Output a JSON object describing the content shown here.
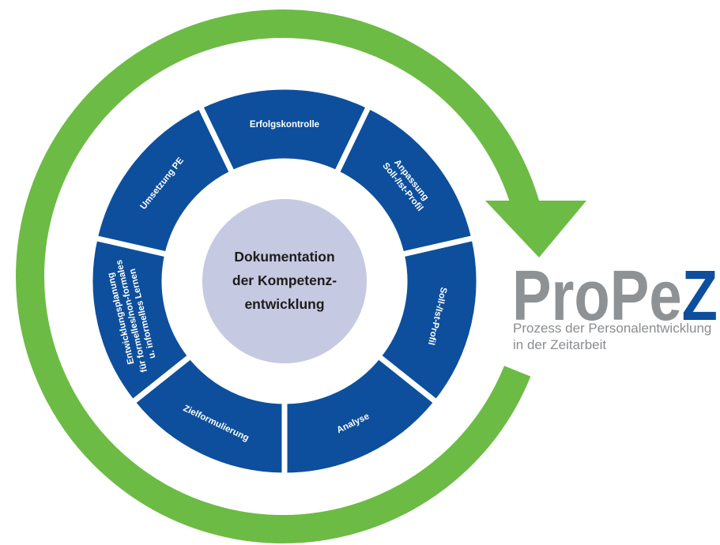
{
  "diagram": {
    "cycle": {
      "steps": [
        {
          "lines": [
            "Analyse"
          ]
        },
        {
          "lines": [
            "Zielformulierung"
          ]
        },
        {
          "lines": [
            "Entwicklungsplanung",
            "für formelles/non-formales",
            "u. informelles Lernen"
          ]
        },
        {
          "lines": [
            "Umsetzung PE"
          ]
        },
        {
          "lines": [
            "Erfolgskontrolle"
          ]
        },
        {
          "lines": [
            "Anpassung",
            "Soll-/Ist-Profil"
          ]
        },
        {
          "lines": [
            "Soll-/Ist-Profil"
          ]
        }
      ]
    },
    "center": {
      "lines": [
        "Dokumentation",
        "der Kompetenz-",
        "entwicklung"
      ]
    }
  },
  "logo": {
    "name_part1": "ProPe",
    "name_part2": "Z",
    "subtitle_lines": [
      "Prozess der Personalentwicklung",
      "in der Zeitarbeit"
    ]
  },
  "colors": {
    "cycle_arrow": "#6cbb45",
    "step_segment": "#0d4f9c",
    "center_circle": "#c5c9e1",
    "logo_grey": "#8f9294",
    "logo_blue": "#0d4f9c"
  }
}
